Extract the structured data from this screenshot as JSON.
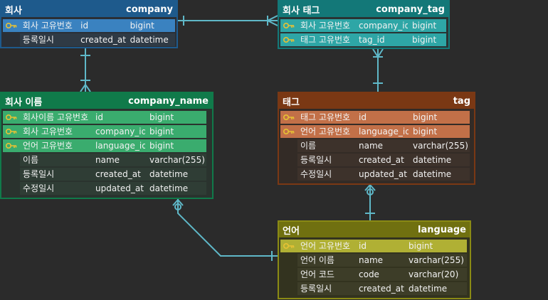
{
  "colors": {
    "background": "#2b2b2b",
    "connector": "#5fb8c8",
    "key_icon": "#e8c234"
  },
  "entities": {
    "company": {
      "label": "회사",
      "name": "company",
      "rows": [
        {
          "desc": "회사 고유번호",
          "col": "id",
          "type": "bigint",
          "pk": true
        },
        {
          "desc": "등록일시",
          "col": "created_at",
          "type": "datetime",
          "pk": false
        }
      ]
    },
    "company_tag": {
      "label": "회사 태그",
      "name": "company_tag",
      "rows": [
        {
          "desc": "회사 고유번호",
          "col": "company_id",
          "type": "bigint",
          "pk": true
        },
        {
          "desc": "태그 고유번호",
          "col": "tag_id",
          "type": "bigint",
          "pk": true
        }
      ]
    },
    "company_name": {
      "label": "회사 이름",
      "name": "company_name",
      "rows": [
        {
          "desc": "회사이름 고유번호",
          "col": "id",
          "type": "bigint",
          "pk": true
        },
        {
          "desc": "회사 고유번호",
          "col": "company_id",
          "type": "bigint",
          "pk": true
        },
        {
          "desc": "언어 고유번호",
          "col": "language_id",
          "type": "bigint",
          "pk": true
        },
        {
          "desc": "이름",
          "col": "name",
          "type": "varchar(255)",
          "pk": false
        },
        {
          "desc": "등록일시",
          "col": "created_at",
          "type": "datetime",
          "pk": false
        },
        {
          "desc": "수정일시",
          "col": "updated_at",
          "type": "datetime",
          "pk": false
        }
      ]
    },
    "tag": {
      "label": "태그",
      "name": "tag",
      "rows": [
        {
          "desc": "태그 고유번호",
          "col": "id",
          "type": "bigint",
          "pk": true
        },
        {
          "desc": "언어 고유번호",
          "col": "language_id",
          "type": "bigint",
          "pk": true
        },
        {
          "desc": "이름",
          "col": "name",
          "type": "varchar(255)",
          "pk": false
        },
        {
          "desc": "등록일시",
          "col": "created_at",
          "type": "datetime",
          "pk": false
        },
        {
          "desc": "수정일시",
          "col": "updated_at",
          "type": "datetime",
          "pk": false
        }
      ]
    },
    "language": {
      "label": "언어",
      "name": "language",
      "rows": [
        {
          "desc": "언어 고유번호",
          "col": "id",
          "type": "bigint",
          "pk": true
        },
        {
          "desc": "언어 이름",
          "col": "name",
          "type": "varchar(255)",
          "pk": false
        },
        {
          "desc": "언어 코드",
          "col": "code",
          "type": "varchar(20)",
          "pk": false
        },
        {
          "desc": "등록일시",
          "col": "created_at",
          "type": "datetime",
          "pk": false
        }
      ]
    }
  },
  "relationships": [
    {
      "from": "company",
      "to": "company_tag"
    },
    {
      "from": "company",
      "to": "company_name"
    },
    {
      "from": "tag",
      "to": "company_tag"
    },
    {
      "from": "language",
      "to": "tag"
    },
    {
      "from": "language",
      "to": "company_name"
    }
  ]
}
